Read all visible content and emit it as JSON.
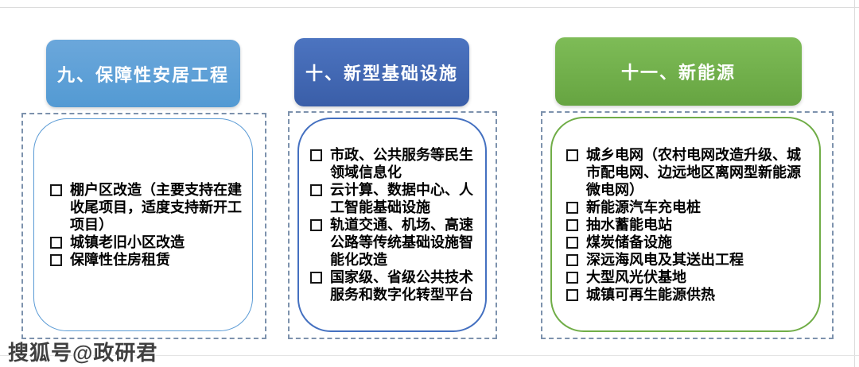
{
  "page": {
    "background": "#ffffff",
    "watermark": "搜狐号@政研君"
  },
  "columns": [
    {
      "title": "九、保障性安居工程",
      "theme": {
        "header_top": "#6BA7DB",
        "header_bottom": "#539AD3",
        "border": "#5B9BD5",
        "dash": "#7D92AD"
      },
      "items": [
        "棚户区改造（主要支持在建收尾项目，适度支持新开工项目）",
        "城镇老旧小区改造",
        "保障性住房租赁"
      ]
    },
    {
      "title": "十、新型基础设施",
      "theme": {
        "header_top": "#4C74C0",
        "header_bottom": "#3A5EA8",
        "border": "#4470C0",
        "dash": "#7D92AD"
      },
      "items": [
        "市政、公共服务等民生领域信息化",
        "云计算、数据中心、人工智能基础设施",
        "轨道交通、机场、高速公路等传统基础设施智能化改造",
        "国家级、省级公共技术服务和数字化转型平台"
      ]
    },
    {
      "title": "十一、新能源",
      "theme": {
        "header_top": "#7EBC57",
        "header_bottom": "#66A441",
        "border": "#70AD47",
        "dash": "#7D92AD"
      },
      "items": [
        "城乡电网（农村电网改造升级、城市配电网、边远地区离网型新能源微电网）",
        "新能源汽车充电桩",
        "抽水蓄能电站",
        "煤炭储备设施",
        "深远海风电及其送出工程",
        "大型风光伏基地",
        "城镇可再生能源供热"
      ]
    }
  ]
}
